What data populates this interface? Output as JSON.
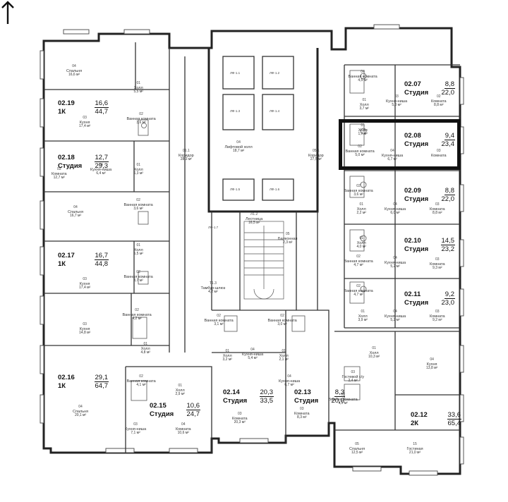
{
  "apartments": [
    {
      "id": "a0219",
      "number": "02.19",
      "type": "1К",
      "area_living": "16,6",
      "area_total": "44,7"
    },
    {
      "id": "a0218",
      "number": "02.18",
      "type": "Студия",
      "area_living": "12,7",
      "area_total": "29,3"
    },
    {
      "id": "a0217",
      "number": "02.17",
      "type": "1К",
      "area_living": "16,7",
      "area_total": "44,8"
    },
    {
      "id": "a0216",
      "number": "02.16",
      "type": "1К",
      "area_living": "29,1",
      "area_total": "64,7"
    },
    {
      "id": "a0215",
      "number": "02.15",
      "type": "Студия",
      "area_living": "10,6",
      "area_total": "24,7"
    },
    {
      "id": "a0214",
      "number": "02.14",
      "type": "Студия",
      "area_living": "20,3",
      "area_total": "33,5"
    },
    {
      "id": "a0213",
      "number": "02.13",
      "type": "Студия",
      "area_living": "8,3",
      "area_total": "20,6"
    },
    {
      "id": "a0207",
      "number": "02.07",
      "type": "Студия",
      "area_living": "8,8",
      "area_total": "22,0"
    },
    {
      "id": "a0208",
      "number": "02.08",
      "type": "Студия",
      "area_living": "9,4",
      "area_total": "23,4"
    },
    {
      "id": "a0209",
      "number": "02.09",
      "type": "Студия",
      "area_living": "8,8",
      "area_total": "22,0"
    },
    {
      "id": "a0210",
      "number": "02.10",
      "type": "Студия",
      "area_living": "14,5",
      "area_total": "23,2"
    },
    {
      "id": "a0211",
      "number": "02.11",
      "type": "Студия",
      "area_living": "9,2",
      "area_total": "23,0"
    },
    {
      "id": "a0212",
      "number": "02.12",
      "type": "2К",
      "area_living": "33,6",
      "area_total": "65,4"
    }
  ],
  "rooms": [
    {
      "num": "04",
      "name": "Спальня",
      "area": "16,6 м²"
    },
    {
      "num": "01",
      "name": "Холл",
      "area": "5,5 м²"
    },
    {
      "num": "02",
      "name": "Ванная комната",
      "area": "3,6 м²"
    },
    {
      "num": "03",
      "name": "Кухня",
      "area": "17,4 м²"
    },
    {
      "num": "03",
      "name": "Комната",
      "area": "12,7 м²"
    },
    {
      "num": "04",
      "name": "Кухня-ниша",
      "area": "6,4 м²"
    },
    {
      "num": "01",
      "name": "Холл",
      "area": "6,3 м²"
    },
    {
      "num": "02",
      "name": "Ванная комната",
      "area": "3,6 м²"
    },
    {
      "num": "04",
      "name": "Спальня",
      "area": "16,7 м²"
    },
    {
      "num": "01",
      "name": "Холл",
      "area": "5,5 м²"
    },
    {
      "num": "02",
      "name": "Ванная комната",
      "area": "3,7 м²"
    },
    {
      "num": "03",
      "name": "Кухня",
      "area": "17,4 м²"
    },
    {
      "num": "03",
      "name": "Кухня",
      "area": "14,8 м²"
    },
    {
      "num": "02",
      "name": "Ванная комната",
      "area": "4,2 м²"
    },
    {
      "num": "01",
      "name": "Холл",
      "area": "4,8 м²"
    },
    {
      "num": "04",
      "name": "Спальня",
      "area": "20,1 м²"
    },
    {
      "num": "02",
      "name": "Ванная комната",
      "area": "4,1 м²"
    },
    {
      "num": "01",
      "name": "Холл",
      "area": "2,9 м²"
    },
    {
      "num": "03",
      "name": "Кухня-ниша",
      "area": "7,1 м²"
    },
    {
      "num": "04",
      "name": "Комната",
      "area": "10,6 м²"
    },
    {
      "num": "02",
      "name": "Ванная комната",
      "area": "3,1 м²"
    },
    {
      "num": "01",
      "name": "Холл",
      "area": "3,2 м²"
    },
    {
      "num": "04",
      "name": "Кухня-ниша",
      "area": "5,4 м²"
    },
    {
      "num": "03",
      "name": "Комната",
      "area": "20,3 м²"
    },
    {
      "num": "02",
      "name": "Ванная комната",
      "area": "3,0 м²"
    },
    {
      "num": "01",
      "name": "Холл",
      "area": "2,1 м²"
    },
    {
      "num": "04",
      "name": "Кухня-ниша",
      "area": "6,7 м²"
    },
    {
      "num": "03",
      "name": "Комната",
      "area": "8,3 м²"
    },
    {
      "num": "04",
      "name": "Лифтовой холл",
      "area": "18,7 м²"
    },
    {
      "num": "01.1",
      "name": "Коридор",
      "area": "28,3 м²"
    },
    {
      "num": "05.1",
      "name": "Коридор",
      "area": "27,5 м²"
    },
    {
      "num": "Л1.2",
      "name": "Лестница",
      "area": "16,5 м²"
    },
    {
      "num": "Т1.3",
      "name": "Тамбур-шлюз",
      "area": "4,2 м²"
    },
    {
      "num": "05",
      "name": "Балконная",
      "area": "2,3 м²"
    },
    {
      "num": "04",
      "name": "Ванная комната",
      "area": "4,5 м²"
    },
    {
      "num": "03",
      "name": "Кухня-ниша",
      "area": "5,0 м²"
    },
    {
      "num": "01",
      "name": "Холл",
      "area": "3,7 м²"
    },
    {
      "num": "02",
      "name": "Комната",
      "area": "8,8 м²"
    },
    {
      "num": "01",
      "name": "Холл",
      "area": "1,7 м²"
    },
    {
      "num": "02",
      "name": "Ванная комната",
      "area": "5,0 м²"
    },
    {
      "num": "04",
      "name": "Кухня-ниша",
      "area": "6,7 м²"
    },
    {
      "num": "03",
      "name": "Комната",
      "area": ""
    },
    {
      "num": "02",
      "name": "Ванная комната",
      "area": "3,6 м²"
    },
    {
      "num": "01",
      "name": "Холл",
      "area": "2,2 м²"
    },
    {
      "num": "04",
      "name": "Кухня-ниша",
      "area": "6,0 м²"
    },
    {
      "num": "03",
      "name": "Комната",
      "area": "8,8 м²"
    },
    {
      "num": "01",
      "name": "Холл",
      "area": "4,0 м²"
    },
    {
      "num": "02",
      "name": "Ванная комната",
      "area": "4,7 м²"
    },
    {
      "num": "04",
      "name": "Кухня-ниша",
      "area": "5,2 м²"
    },
    {
      "num": "03",
      "name": "Комната",
      "area": "9,3 м²"
    },
    {
      "num": "02",
      "name": "Ванная комната",
      "area": "4,7 м²"
    },
    {
      "num": "01",
      "name": "Холл",
      "area": "3,9 м²"
    },
    {
      "num": "04",
      "name": "Кухня-ниша",
      "area": "5,2 м²"
    },
    {
      "num": "03",
      "name": "Комната",
      "area": "9,2 м²"
    },
    {
      "num": "01",
      "name": "Холл",
      "area": "10,3 м²"
    },
    {
      "num": "04",
      "name": "Кухня",
      "area": "13,8 м²"
    },
    {
      "num": "02",
      "name": "Ванная комната",
      "area": "4,1 м²"
    },
    {
      "num": "03",
      "name": "Гостевой с/у",
      "area": "2,4 м²"
    },
    {
      "num": "05",
      "name": "Спальня",
      "area": "12,5 м²"
    },
    {
      "num": "15",
      "name": "Гостиная",
      "area": "21,0 м²"
    }
  ],
  "lifts": [
    "ЛФ-1.1",
    "ЛФ-1.2",
    "ЛФ-1.3",
    "ЛФ-1.4",
    "ЛФ-1.5",
    "ЛФ-1.6",
    "ЛФ-1.7"
  ]
}
